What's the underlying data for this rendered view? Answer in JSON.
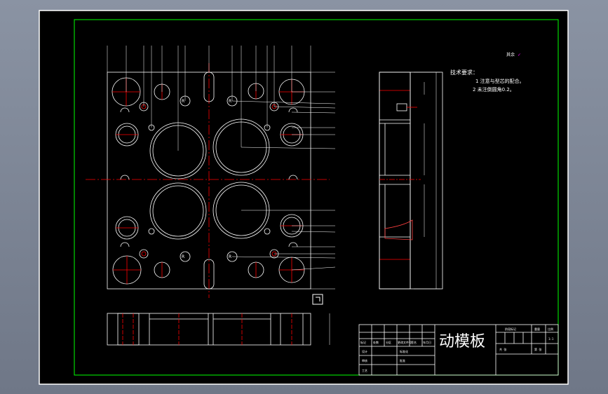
{
  "drawing": {
    "title": "动模板",
    "tech_requirements": {
      "heading": "技术要求：",
      "items": [
        "1  注意与型芯的配合。",
        "2  未注倒圆角0.2。"
      ]
    },
    "roughness_note": "其余",
    "title_block": {
      "labels_row1": [
        "标记",
        "处数",
        "分区",
        "更改文件号",
        "签名",
        "年月日"
      ],
      "labels_left": [
        "设计",
        "审核",
        "工艺"
      ],
      "labels_mid": [
        "标准化",
        "批准"
      ],
      "stage_label": "阶段标记",
      "weight_label": "重量",
      "scale_label": "比例",
      "sheet_total": "共  张",
      "sheet_no": "第  张",
      "scale_value": "1:1"
    }
  },
  "colors": {
    "background": "#000000",
    "frame": "#00ff00",
    "lines": "#ffffff",
    "centerlines": "#ff0000",
    "accent": "#ff00ff",
    "hatch": "#ff4040"
  }
}
